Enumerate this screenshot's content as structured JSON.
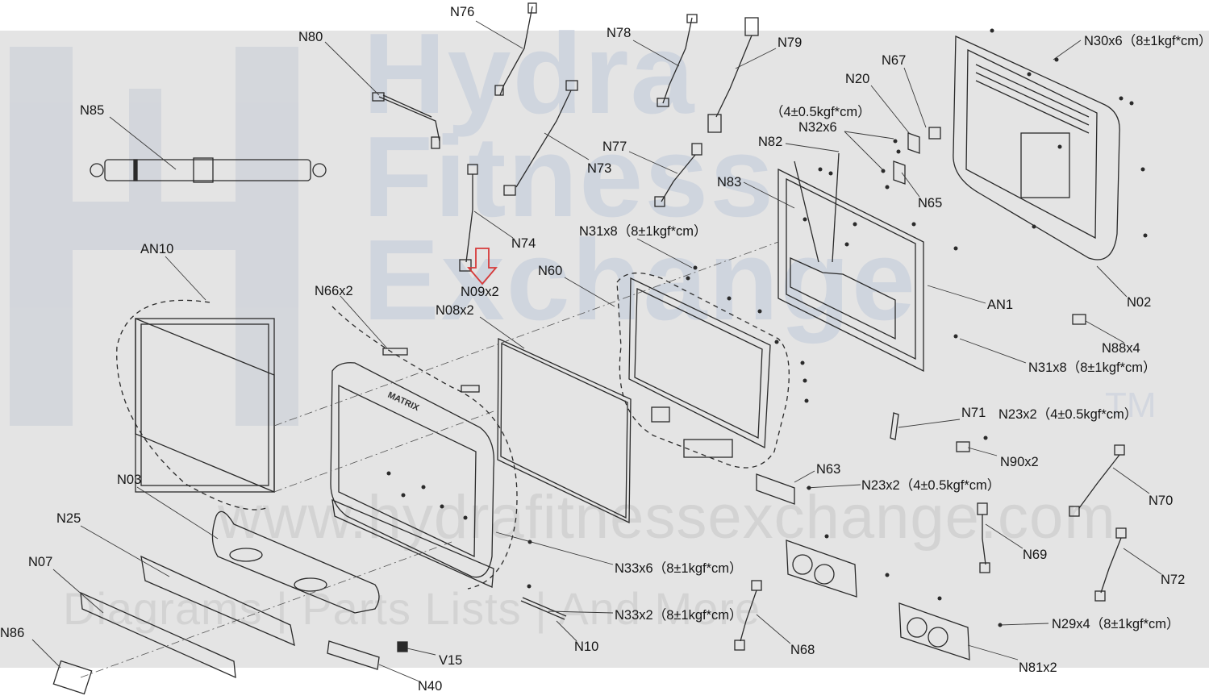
{
  "watermark": {
    "brand_line1": "Hydra",
    "brand_line2": "Fitness",
    "brand_line3": "Exchange",
    "trademark": "TM",
    "url": "www.hydrafitnessexchange.com",
    "tagline": "Diagrams | Parts Lists | And More"
  },
  "bezel_logo": "MATRIX",
  "labels": {
    "N76": "N76",
    "N78": "N78",
    "N79": "N79",
    "N80": "N80",
    "N85": "N85",
    "N73": "N73",
    "N77": "N77",
    "N74": "N74",
    "N67": "N67",
    "N20": "N20",
    "torque_a": "（4±0.5kgf*cm）",
    "N32": "N32x6",
    "N82": "N82",
    "N83": "N83",
    "N65": "N65",
    "N30": "N30x6（8±1kgf*cm）",
    "N31a": "N31x8（8±1kgf*cm）",
    "N60": "N60",
    "N09": "N09x2",
    "N08": "N08x2",
    "AN10": "AN10",
    "N66": "N66x2",
    "AN1": "AN1",
    "N02": "N02",
    "N88": "N88x4",
    "N31b": "N31x8（8±1kgf*cm）",
    "N71": "N71",
    "N23a": "N23x2（4±0.5kgf*cm）",
    "N90": "N90x2",
    "N63": "N63",
    "N23b": "N23x2（4±0.5kgf*cm）",
    "N70": "N70",
    "N03": "N03",
    "N25": "N25",
    "N07": "N07",
    "N86": "N86",
    "N33a": "N33x6（8±1kgf*cm）",
    "N69": "N69",
    "N72": "N72",
    "N33b": "N33x2（8±1kgf*cm）",
    "N10": "N10",
    "N68": "N68",
    "N29": "N29x4（8±1kgf*cm）",
    "V15": "V15",
    "N40": "N40",
    "N81": "N81x2"
  }
}
